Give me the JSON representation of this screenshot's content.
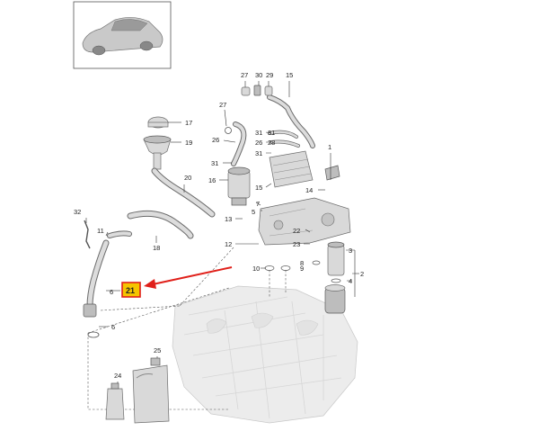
{
  "callouts": {
    "c1": "1",
    "c2": "2",
    "c3": "3",
    "c4": "4",
    "c5": "5",
    "c6a": "6",
    "c6b": "6",
    "c7": "7",
    "c8": "8",
    "c9": "9",
    "c10": "10",
    "c11": "11",
    "c12": "12",
    "c13": "13",
    "c14": "14",
    "c15a": "15",
    "c15b": "15",
    "c16": "16",
    "c17": "17",
    "c18": "18",
    "c19": "19",
    "c20": "20",
    "c21": "21",
    "c22": "22",
    "c23": "23",
    "c24": "24",
    "c25": "25",
    "c26a": "26",
    "c26b": "26",
    "c27a": "27",
    "c27b": "27",
    "c28": "28",
    "c29": "29",
    "c30": "30",
    "c31a": "31",
    "c31b": "31",
    "c31c": "31",
    "c31d": "31",
    "c32": "32"
  },
  "colors": {
    "highlight_fill": "#f5c400",
    "highlight_border": "#e0201a",
    "arrow": "#e0201a",
    "part_fill": "#d9d9d9",
    "engine_fill": "#ececec"
  },
  "icons": {
    "thumbnail": "car-thumbnail-icon",
    "arrow": "red-arrow-icon"
  }
}
